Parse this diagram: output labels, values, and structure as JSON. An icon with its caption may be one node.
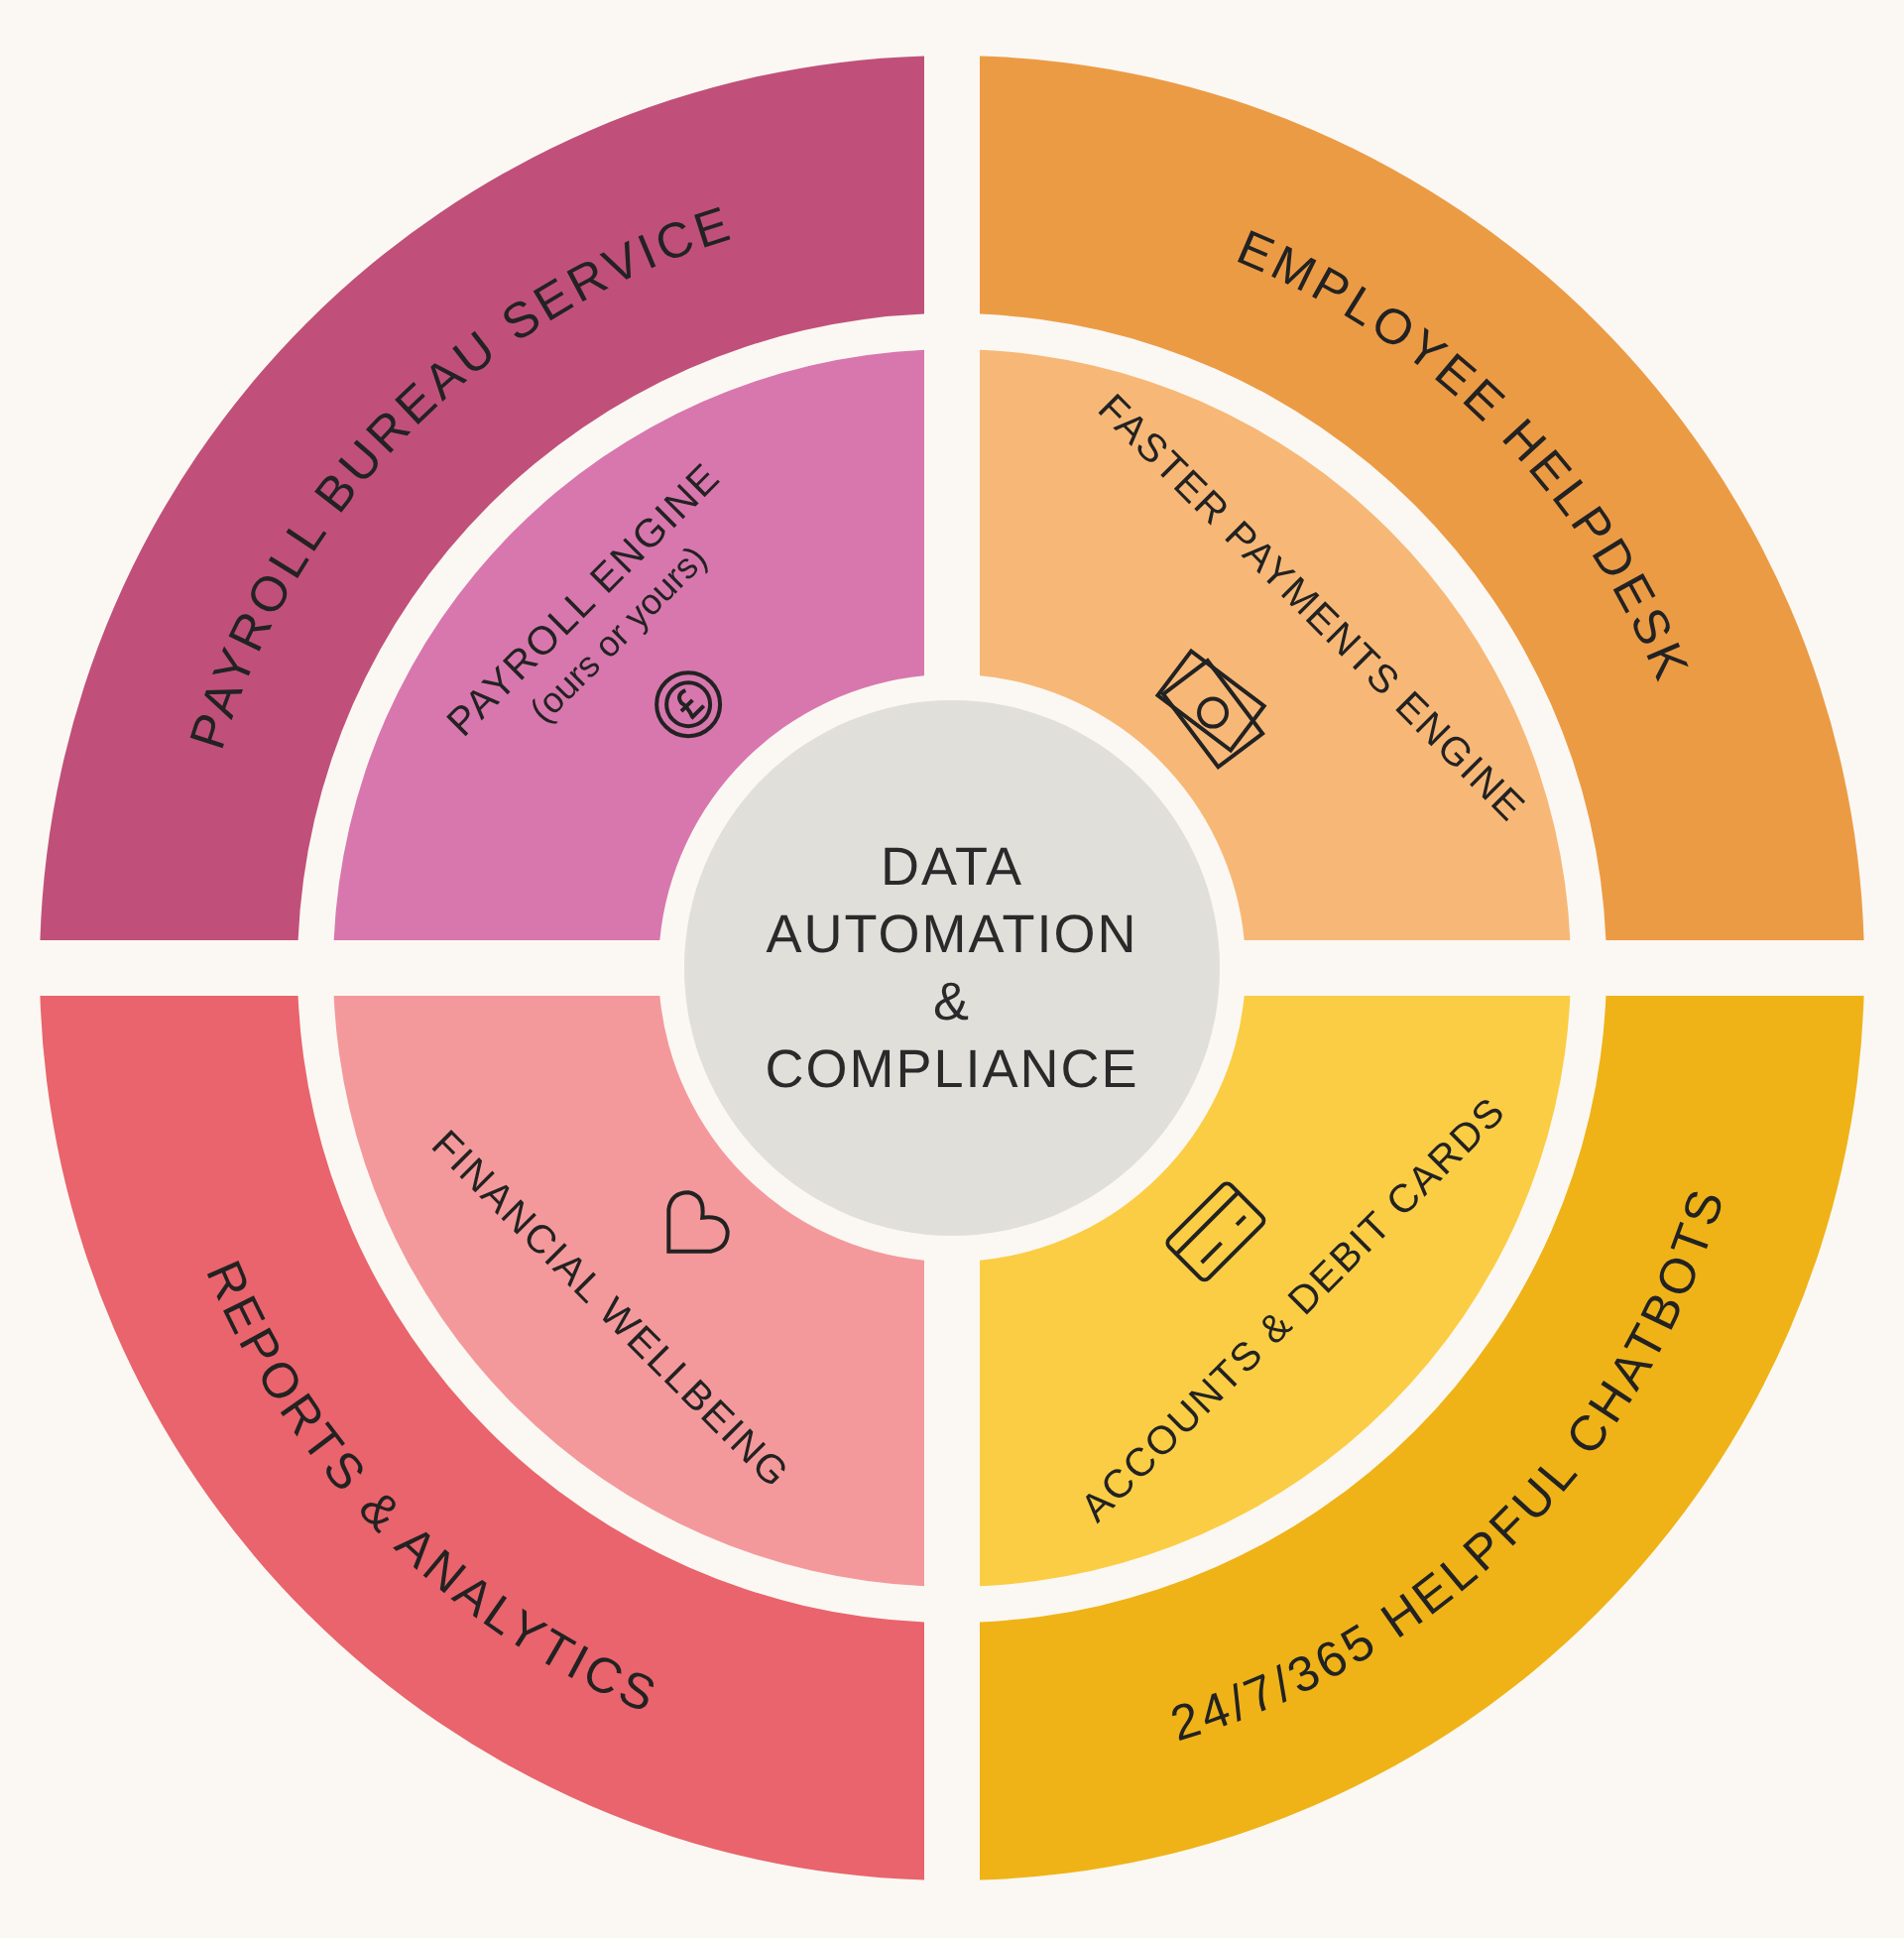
{
  "diagram": {
    "nodes": [
      {
        "text": [
          "PAYROLL BUREAU SERVICE"
        ]
      },
      {
        "text": [
          "EMPLOYEE HELPDESK"
        ]
      },
      {
        "text": [
          "PAYROLL ENGINE",
          "(ours or yours)"
        ]
      },
      {
        "text": [
          "FASTER PAYMENTS ENGINE"
        ]
      },
      {
        "text": [
          "DATA AUTOMATION & COMPLIANCE"
        ]
      },
      {
        "text": [
          "FINANCIAL WELLBEING"
        ]
      },
      {
        "text": [
          "ACCOUNTS & DEBIT CARDS"
        ]
      },
      {
        "text": [
          "REPORTS & ANALYTICS"
        ]
      },
      {
        "text": [
          "24/7/365 HELPFUL CHATBOTS"
        ]
      }
    ]
  }
}
